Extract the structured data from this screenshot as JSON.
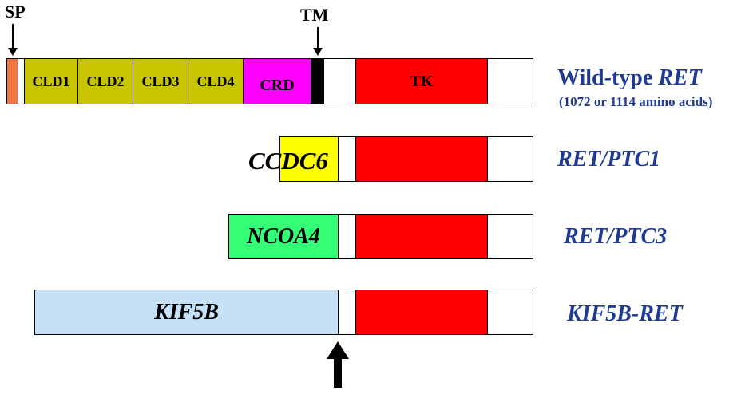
{
  "labels": {
    "sp": "SP",
    "tm": "TM"
  },
  "wild_type": {
    "domains": {
      "cld1": "CLD1",
      "cld2": "CLD2",
      "cld3": "CLD3",
      "cld4": "CLD4",
      "crd": "CRD",
      "tk": "TK"
    },
    "title_prefix": "Wild-type ",
    "title_gene": "RET",
    "subtitle": "(1072 or 1114 amino acids)"
  },
  "fusions": [
    {
      "partner": "CCDC6",
      "name": "RET/PTC1"
    },
    {
      "partner": "NCOA4",
      "name": "RET/PTC3"
    },
    {
      "partner": "KIF5B",
      "name": "KIF5B-RET"
    }
  ],
  "colors": {
    "sp": "#f07840",
    "cld": "#c8c400",
    "crd": "#ff00ff",
    "tm": "#000000",
    "tk": "#ff0000",
    "ccdc6": "#ffff00",
    "ncoa4": "#33ff77",
    "kif5b": "#c6e0f7",
    "title": "#1f3a93"
  }
}
